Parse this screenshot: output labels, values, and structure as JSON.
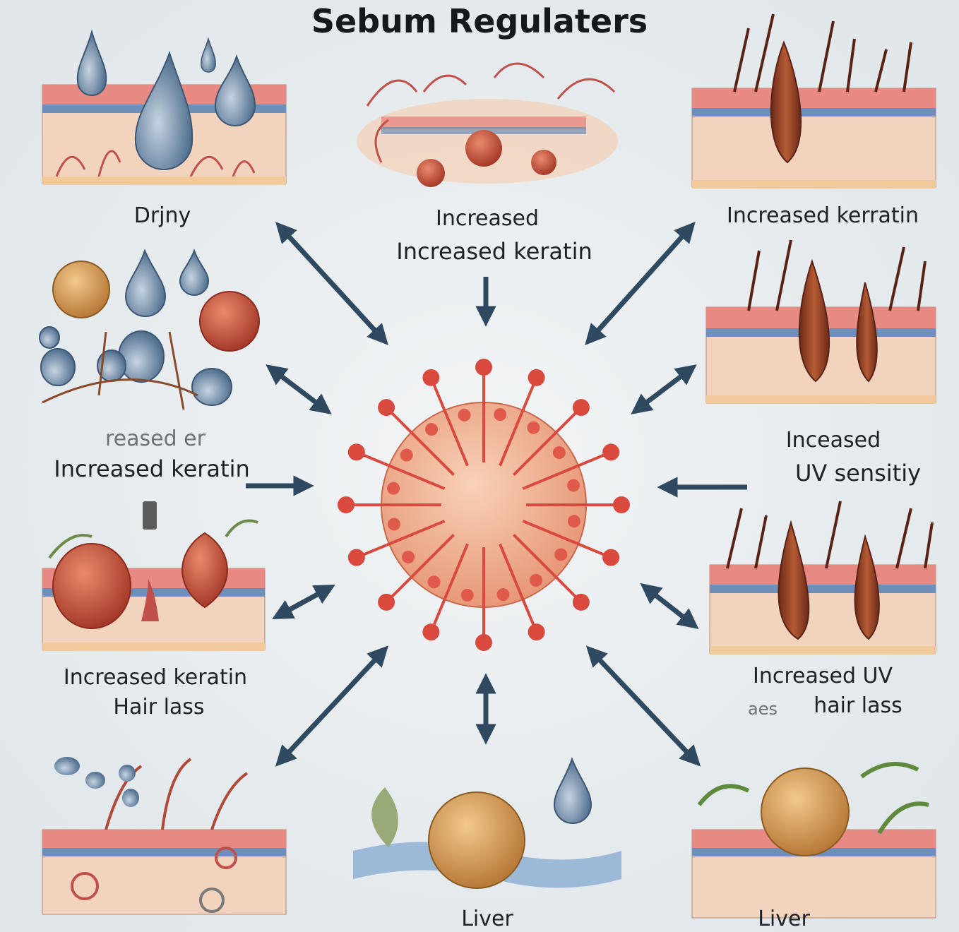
{
  "title": "Sebum Regulaters",
  "labels": {
    "top_left": "Drjny",
    "top_center_1": "Increased",
    "top_center_2": "Increased keratin",
    "top_right": "Increased kerratin",
    "mid_left_faded": "reased  er",
    "mid_left": "Increased keratin",
    "mid_right_1": "Inceased",
    "mid_right_2": "UV sensitiy",
    "low_left_1": "Increased keratin",
    "low_left_2": "Hair lass",
    "low_right_1": "Increased UV",
    "low_right_2_faded": "aes",
    "low_right_2": "hair lass",
    "bottom_center": "Liver",
    "bottom_right": "Liver"
  },
  "colors": {
    "arrow": "#2f4a60",
    "skin_top": "#e88a84",
    "skin_body": "#f2d3bd",
    "blue_layer": "#6f8fb8",
    "cell": "#f0b393",
    "cell_branch": "#d9493e",
    "drop": "#7e9ab6",
    "hair": "#8a3a22"
  }
}
